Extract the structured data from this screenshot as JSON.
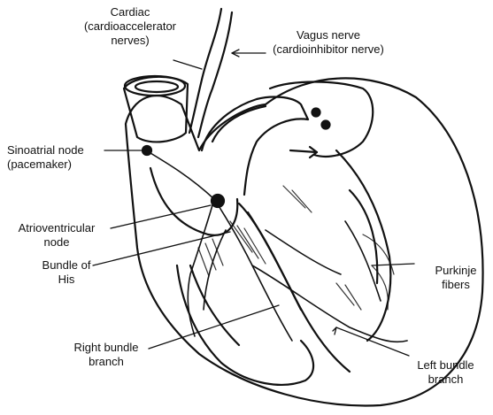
{
  "labels": {
    "cardiac": {
      "line1": "Cardiac",
      "line2": "(cardioaccelerator",
      "line3": "nerves)"
    },
    "vagus": {
      "line1": "Vagus nerve",
      "line2": "(cardioinhibitor nerve)"
    },
    "sinoatrial": {
      "line1": "Sinoatrial node",
      "line2": "(pacemaker)"
    },
    "atrioventricular": {
      "line1": "Atrioventricular",
      "line2": "node"
    },
    "bundle_his": {
      "line1": "Bundle of",
      "line2": "His"
    },
    "purkinje": {
      "line1": "Purkinje",
      "line2": "fibers"
    },
    "right_bundle": {
      "line1": "Right bundle",
      "line2": "branch"
    },
    "left_bundle": {
      "line1": "Left bundle",
      "line2": "branch"
    }
  },
  "colors": {
    "ink": "#111111",
    "paper": "#ffffff"
  }
}
